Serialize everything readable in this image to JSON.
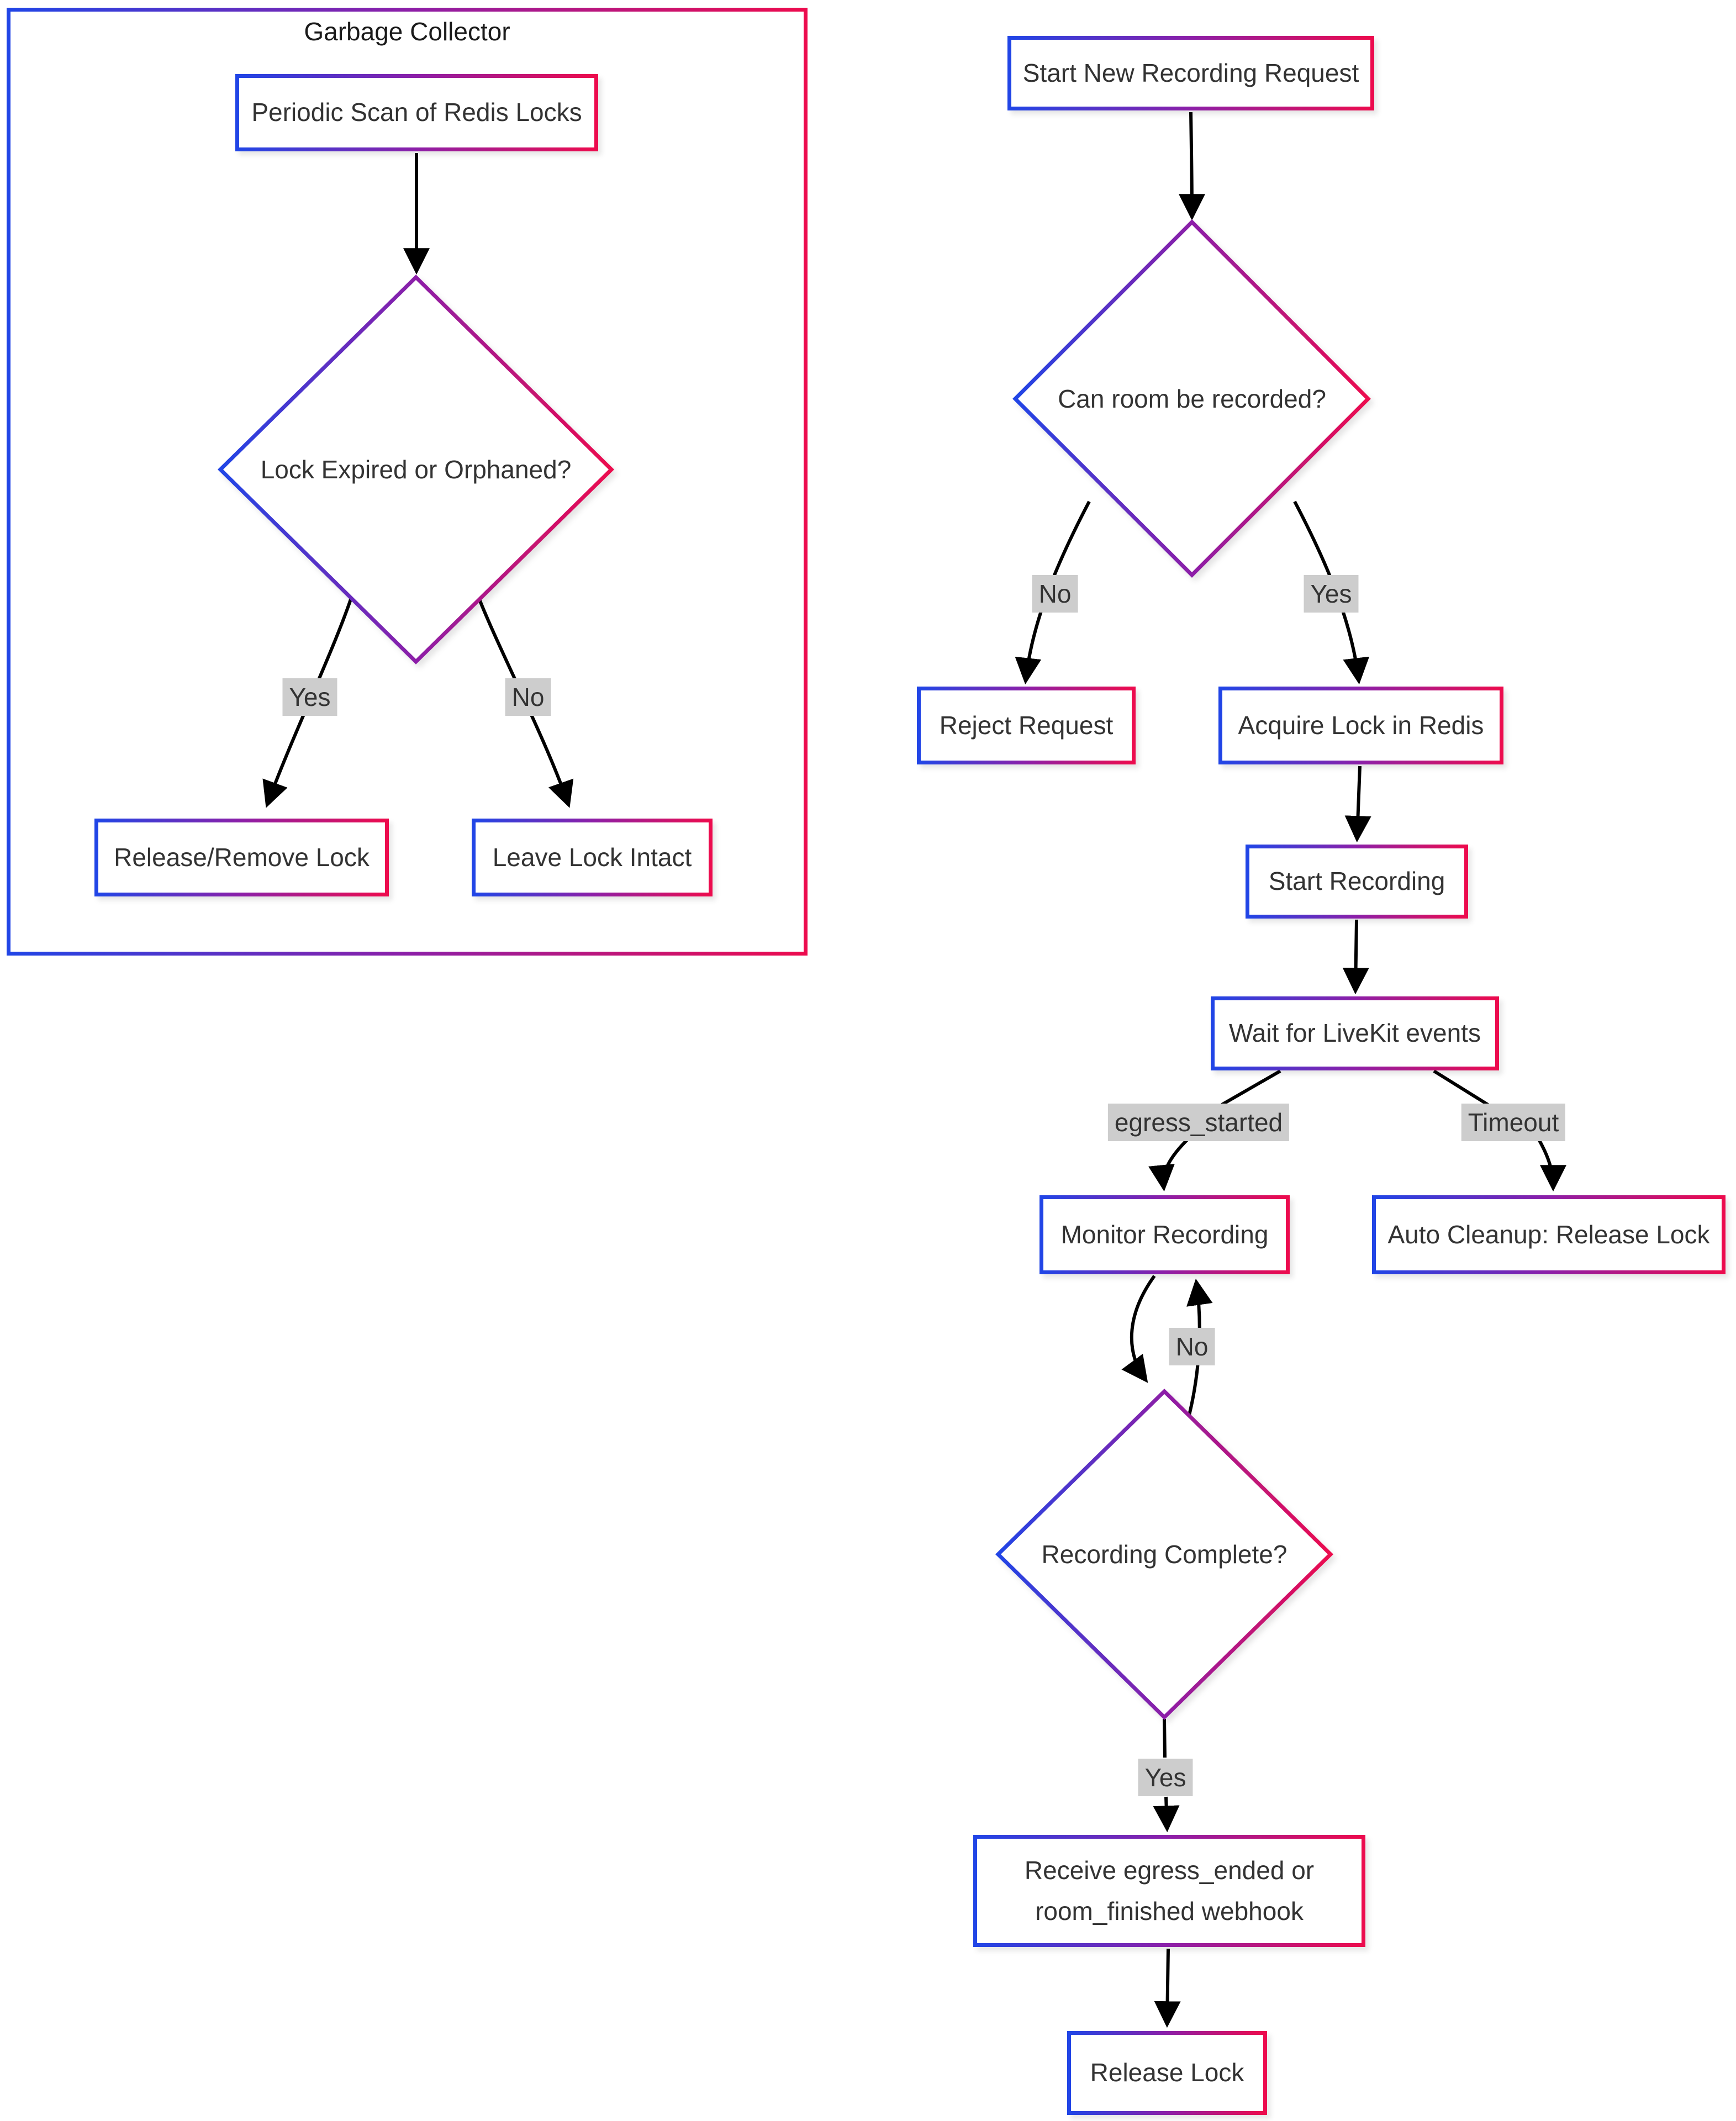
{
  "diagram": {
    "type": "flowchart",
    "background_color": "#ffffff",
    "node_border_gradient": {
      "from": "#2145e6",
      "mid": "#8c1fa8",
      "to": "#ec0b4e"
    },
    "node_fill": "#ffffff",
    "node_text_color": "#333333",
    "edge_color": "#000000",
    "edge_label_background": "#cdcdcd",
    "cluster": {
      "title": "Garbage Collector"
    },
    "nodes": {
      "periodic_scan": "Periodic Scan of Redis Locks",
      "lock_expired_decision": "Lock Expired or Orphaned?",
      "release_remove_lock": "Release/Remove Lock",
      "leave_lock_intact": "Leave Lock Intact",
      "start_request": "Start New Recording Request",
      "can_record_decision": "Can room be recorded?",
      "reject_request": "Reject Request",
      "acquire_lock": "Acquire Lock in Redis",
      "start_recording": "Start Recording",
      "wait_events": "Wait for LiveKit events",
      "monitor_recording": "Monitor Recording",
      "auto_cleanup": "Auto Cleanup: Release Lock",
      "receive_webhook_line1": "Receive egress_ended or",
      "receive_webhook_line2": "room_finished webhook",
      "recording_complete_decision": "Recording Complete?",
      "release_lock": "Release Lock"
    },
    "edge_labels": {
      "gc_yes": "Yes",
      "gc_no": "No",
      "record_no": "No",
      "record_yes": "Yes",
      "egress_started": "egress_started",
      "timeout": "Timeout",
      "complete_no": "No",
      "complete_yes": "Yes"
    }
  }
}
